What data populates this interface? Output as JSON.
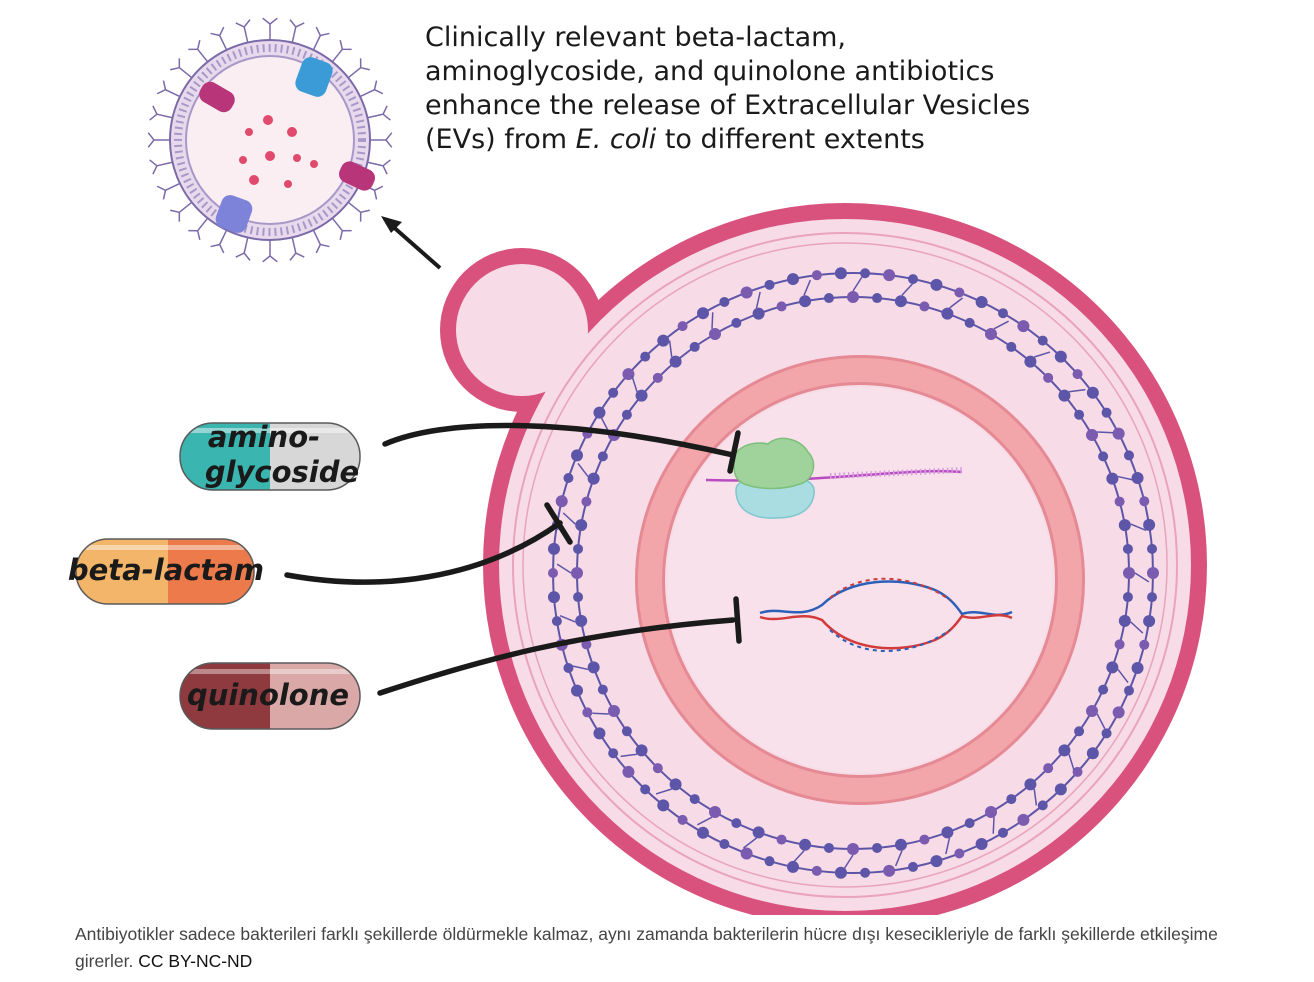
{
  "title": {
    "line1": "Clinically relevant beta-lactam,",
    "line2": "aminoglycoside, and quinolone antibiotics",
    "line3": "enhance the release of Extracellular Vesicles",
    "line4_start": "(EVs) from ",
    "line4_italic": "E. coli",
    "line4_end": " to different extents"
  },
  "pills": {
    "aminoglycoside_line1": "amino-",
    "aminoglycoside_line2": "glycoside",
    "beta_lactam": "beta-lactam",
    "quinolone": "quinolone"
  },
  "caption": {
    "text": "Antibiyotikler sadece bakterileri farklı şekillerde öldürmekle kalmaz, aynı zamanda bakterilerin hücre dışı kesecikleriyle de farklı şekillerde etkileşime girerler.",
    "license": "CC BY-NC-ND"
  },
  "colors": {
    "cell_outer": "#d9527e",
    "cell_fill": "#f7dbe6",
    "peptidoglycan": "#5d55a8",
    "inner_ring": "#f2a6aa",
    "aminoglycoside_pill": [
      "#3bb5b0",
      "#d5d5d5"
    ],
    "beta_lactam_pill": [
      "#f2b56a",
      "#ec7a4a"
    ],
    "quinolone_pill": [
      "#8e3a3f",
      "#dba8a8"
    ]
  }
}
